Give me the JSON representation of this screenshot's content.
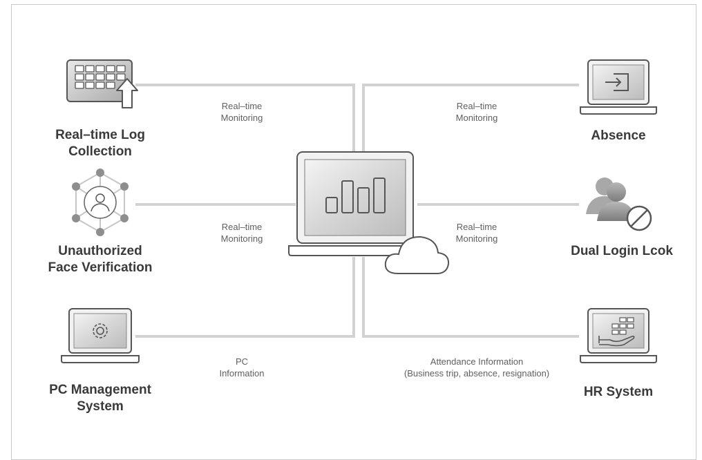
{
  "nodes": {
    "log": {
      "lines": [
        "Real–time Log",
        "Collection"
      ],
      "icon": "keyboard-upload-icon"
    },
    "face": {
      "lines": [
        "Unauthorized",
        "Face Verification"
      ],
      "icon": "face-network-icon"
    },
    "pc": {
      "lines": [
        "PC Management",
        "System"
      ],
      "icon": "laptop-gear-icon"
    },
    "absence": {
      "lines": [
        "Absence"
      ],
      "icon": "laptop-exit-icon"
    },
    "dual": {
      "lines": [
        "Dual Login Lcok"
      ],
      "icon": "users-block-icon"
    },
    "hr": {
      "lines": [
        "HR System"
      ],
      "icon": "laptop-hand-grid-icon"
    }
  },
  "edges": {
    "log": {
      "lines": [
        "Real–time",
        "Monitoring"
      ]
    },
    "face": {
      "lines": [
        "Real–time",
        "Monitoring"
      ]
    },
    "pc": {
      "lines": [
        "PC",
        "Information"
      ]
    },
    "absence": {
      "lines": [
        "Real–time",
        "Monitoring"
      ]
    },
    "dual": {
      "lines": [
        "Real–time",
        "Monitoring"
      ]
    },
    "hr": {
      "lines": [
        "Attendance Information",
        "(Business trip, absence, resignation)"
      ]
    }
  },
  "hub": {
    "icon": "laptop-chart-cloud-icon"
  },
  "colors": {
    "line": "#d2d2d2",
    "label": "#3a3a3a",
    "caption": "#606060",
    "icon_stroke": "#555555"
  }
}
